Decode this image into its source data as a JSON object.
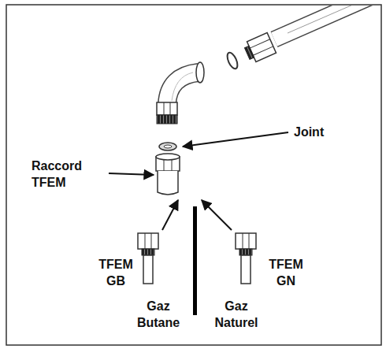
{
  "diagram": {
    "labels": [
      "Joint",
      "Raccord TFEM",
      "TFEM GB",
      "Gaz Butane",
      "TFEM GN",
      "Gaz Naturel"
    ]
  }
}
